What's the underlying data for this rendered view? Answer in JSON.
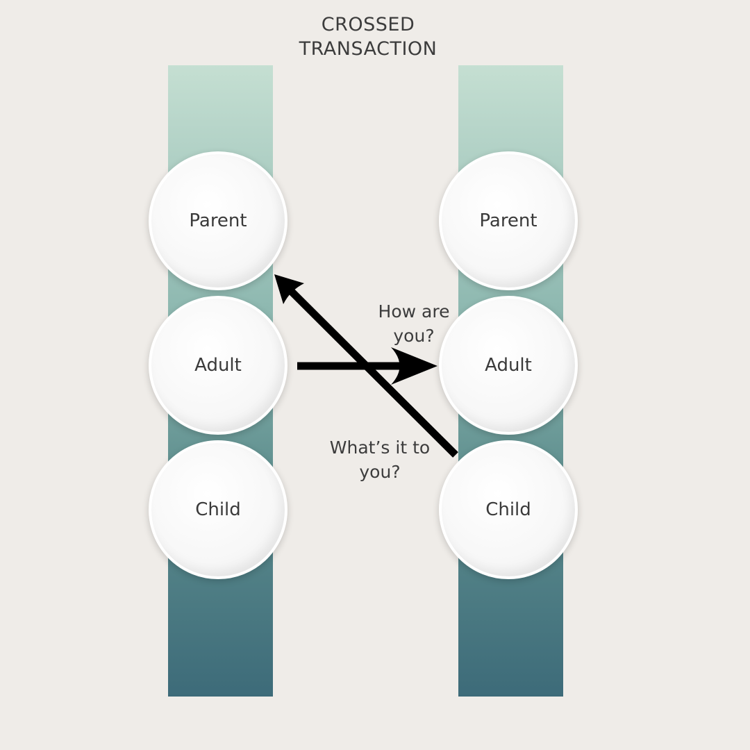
{
  "title": {
    "line1": "CROSSED",
    "line2": "TRANSACTION"
  },
  "left_column": {
    "parent": "Parent",
    "adult": "Adult",
    "child": "Child"
  },
  "right_column": {
    "parent": "Parent",
    "adult": "Adult",
    "child": "Child"
  },
  "messages": {
    "stimulus_line1": "How are",
    "stimulus_line2": "you?",
    "response_line1": "What’s it to",
    "response_line2": "you?"
  },
  "colors": {
    "background": "#efece8",
    "column_top": "#c5dfd2",
    "column_bottom": "#3d6b79",
    "arrow": "#000000",
    "text": "#3c3c3c"
  }
}
